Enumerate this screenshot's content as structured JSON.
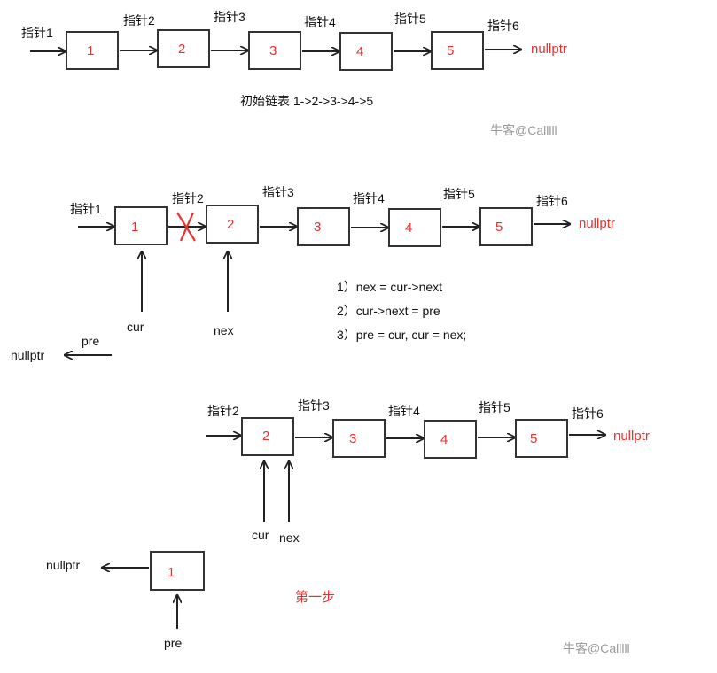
{
  "colors": {
    "accent_red": "#e8302e",
    "ink": "#222222",
    "watermark": "#9a9a9a"
  },
  "section1": {
    "pointers": [
      "指针1",
      "指针2",
      "指针3",
      "指针4",
      "指针5",
      "指针6"
    ],
    "nodes": [
      "1",
      "2",
      "3",
      "4",
      "5"
    ],
    "tail": "nullptr",
    "caption": "初始链表    1->2->3->4->5"
  },
  "section2": {
    "pointers": [
      "指针1",
      "指针2",
      "指针3",
      "指针4",
      "指针5",
      "指针6"
    ],
    "nodes": [
      "1",
      "2",
      "3",
      "4",
      "5"
    ],
    "tail": "nullptr",
    "cur_label": "cur",
    "nex_label": "nex",
    "pre_label": "pre",
    "pre_null": "nullptr",
    "steps": [
      "1）nex = cur->next",
      "2）cur->next = pre",
      "3）pre = cur, cur = nex;"
    ]
  },
  "section3": {
    "pointers": [
      "指针2",
      "指针3",
      "指针4",
      "指针5",
      "指针6"
    ],
    "nodes": [
      "2",
      "3",
      "4",
      "5"
    ],
    "tail": "nullptr",
    "cur_label": "cur",
    "nex_label": "nex",
    "reversed_node": "1",
    "reversed_null": "nullptr",
    "pre_label": "pre",
    "step_title": "第一步"
  },
  "watermarks": [
    "牛客@Calllll",
    "牛客@Calllll"
  ]
}
